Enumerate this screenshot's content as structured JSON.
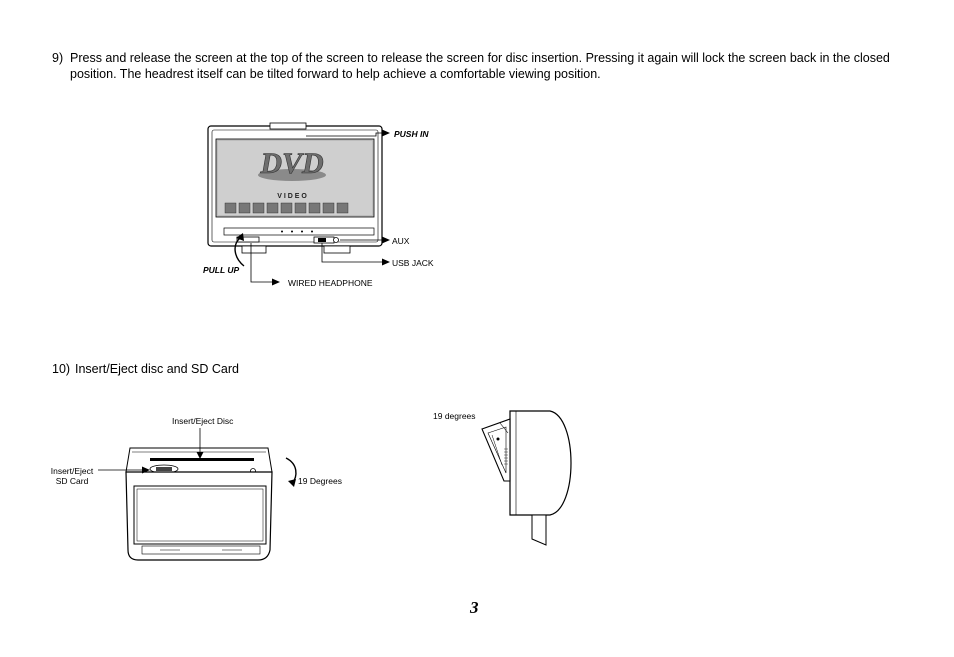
{
  "step9": {
    "number": "9)",
    "text": "Press and release the screen at the top of the screen to release the screen for disc insertion. Pressing it again will lock the screen back in the closed position.  The headrest itself can be tilted forward to help achieve a comfortable viewing position."
  },
  "figure1": {
    "labels": {
      "push_in": "PUSH IN",
      "aux": "AUX",
      "usb_jack": "USB JACK",
      "pull_up": "PULL UP",
      "wired_headphone": "WIRED HEADPHONE"
    },
    "screen_logo": "DVD",
    "screen_logo_sub": "V I D E O"
  },
  "step10": {
    "number": "10)",
    "text": "Insert/Eject disc and SD Card"
  },
  "figure2": {
    "labels": {
      "insert_eject_disc": "Insert/Eject Disc",
      "insert_eject_sd_line1": "Insert/Eject",
      "insert_eject_sd_line2": "SD Card",
      "degrees_front": "19 Degrees",
      "degrees_side": "19 degrees"
    }
  },
  "page_number": "3"
}
